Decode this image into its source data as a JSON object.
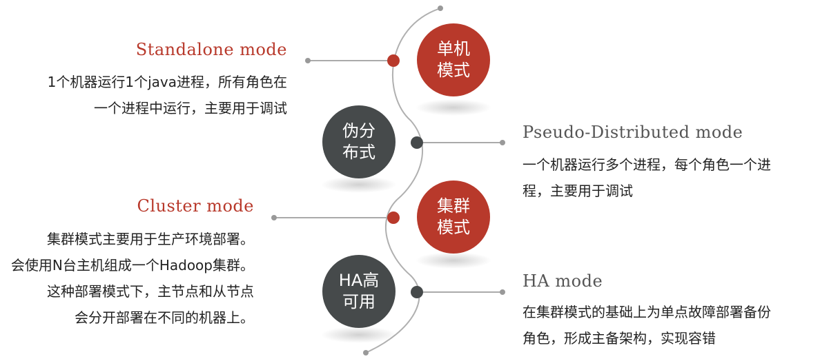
{
  "colors": {
    "red": "#b8392b",
    "dark": "#464a4b",
    "line": "#aaaaaa",
    "text": "#222222"
  },
  "modes": [
    {
      "circle_lines": [
        "单机",
        "模式"
      ],
      "title": "Standalone mode",
      "desc_lines": [
        "1个机器运行1个java进程，所有角色在",
        "一个进程中运行，主要用于调试"
      ]
    },
    {
      "circle_lines": [
        "伪分",
        "布式"
      ],
      "title": "Pseudo-Distributed mode",
      "desc_lines": [
        "一个机器运行多个进程，每个角色一个进",
        "程，主要用于调试"
      ]
    },
    {
      "circle_lines": [
        "集群",
        "模式"
      ],
      "title": "Cluster mode",
      "desc_lines": [
        "集群模式主要用于生产环境部署。",
        "会使用N台主机组成一个Hadoop集群。",
        "这种部署模式下，主节点和从节点",
        "会分开部署在不同的机器上。"
      ]
    },
    {
      "circle_lines": [
        "HA高",
        "可用"
      ],
      "title": "HA mode",
      "desc_lines": [
        "在集群模式的基础上为单点故障部署备份",
        "角色，形成主备架构，实现容错"
      ]
    }
  ]
}
